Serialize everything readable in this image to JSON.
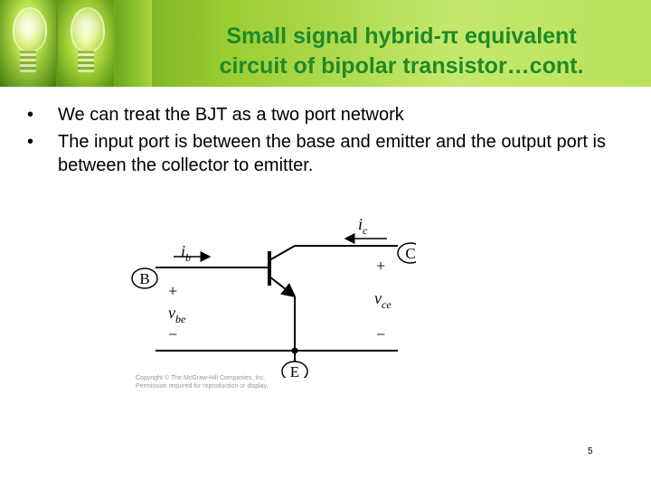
{
  "title": {
    "line1": "Small signal hybrid-π equivalent",
    "line2": "circuit of bipolar transistor…cont."
  },
  "bullets": [
    "We can treat the BJT as a two port network",
    "The input port is between the base and emitter and the output port is between the collector to emitter."
  ],
  "bullet_marker": "•",
  "diagram": {
    "terminal_base": "B",
    "terminal_collector": "C",
    "terminal_emitter": "E",
    "current_base_sym": "i",
    "current_base_sub": "b",
    "current_collector_sym": "i",
    "current_collector_sub": "c",
    "plus_sign": "+",
    "minus_sign": "−",
    "voltage_be_sym": "v",
    "voltage_be_sub": "be",
    "voltage_ce_sym": "v",
    "voltage_ce_sub": "ce"
  },
  "copyright": {
    "line1": "Copyright © The McGraw-Hill Companies, Inc.",
    "line2": "Permission required for reproduction or display."
  },
  "page_number": "5",
  "colors": {
    "title": "#1f8a2a",
    "header_band": "#9acd32"
  }
}
